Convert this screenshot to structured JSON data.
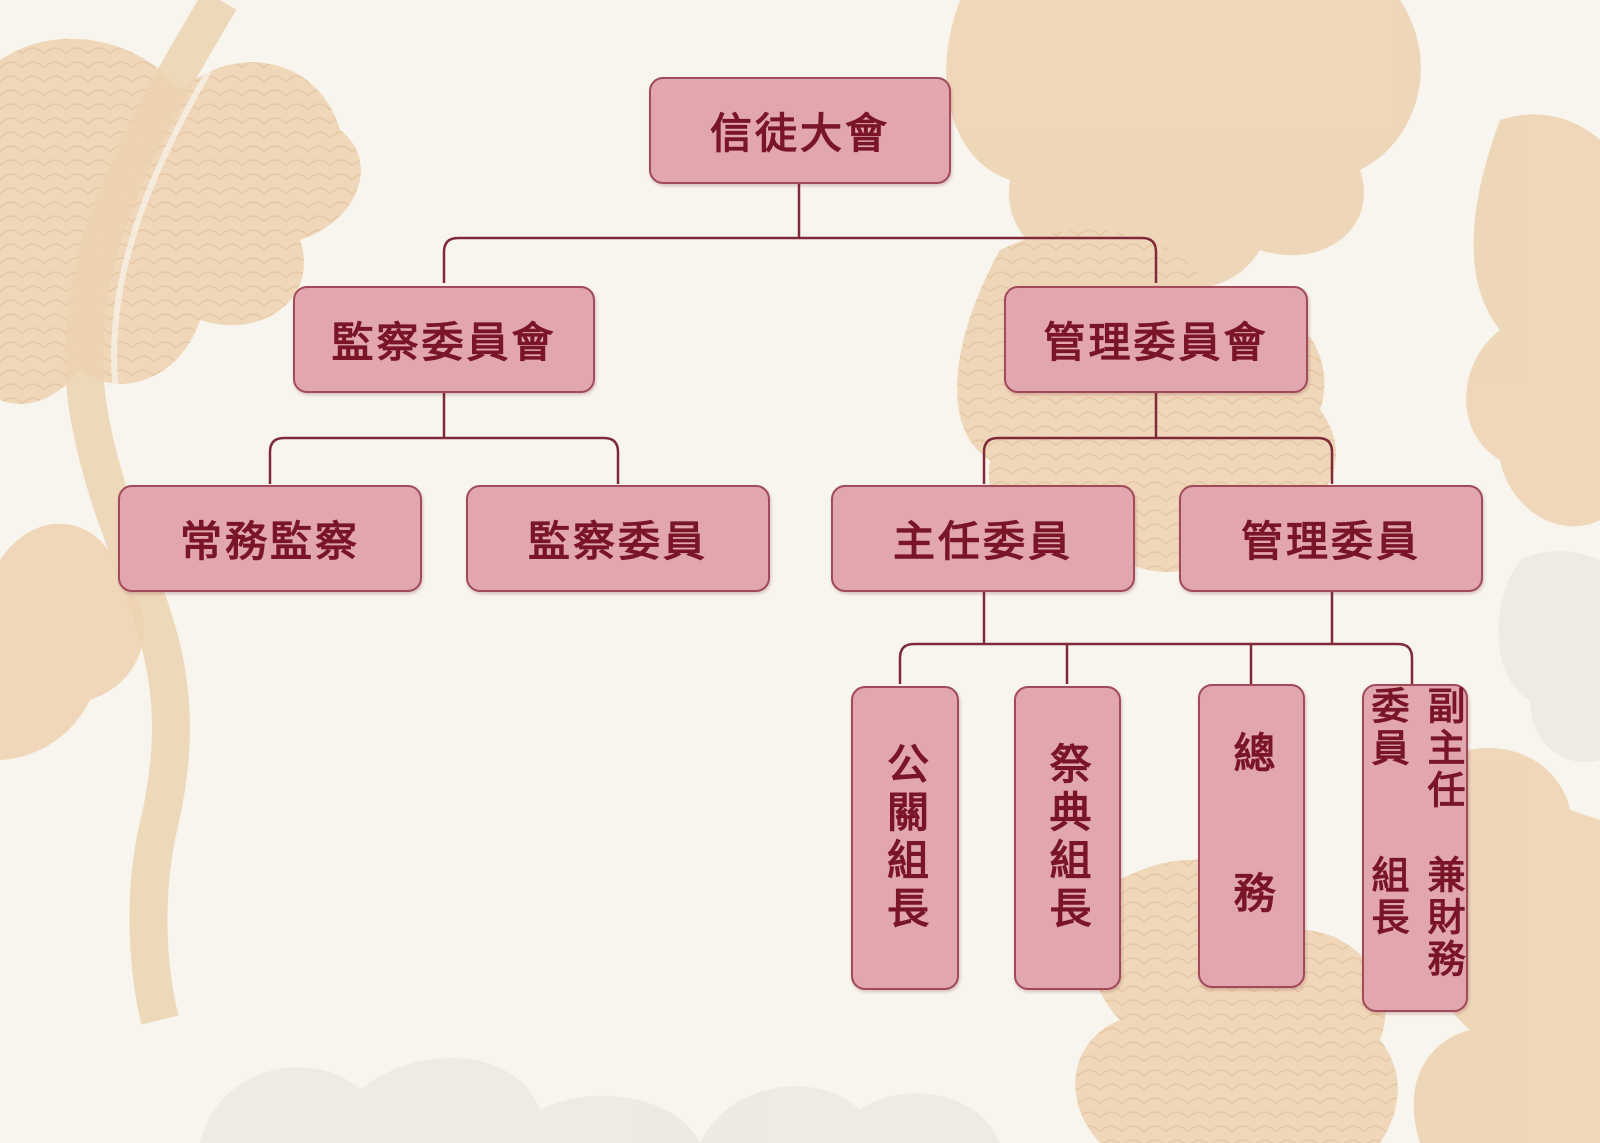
{
  "chart": {
    "root": "信徒大會",
    "supervisory_committee": "監察委員會",
    "management_committee": "管理委員會",
    "standing_supervisor": "常務監察",
    "supervisor": "監察委員",
    "chair": "主任委員",
    "manager": "管理委員",
    "pr_leader": "公關組長",
    "ritual_leader": "祭典組長",
    "general_affairs": "總　務",
    "vice_chair_line1": "副主任委員",
    "vice_chair_line2": "兼財務組長"
  },
  "colors": {
    "box_fill": "#e1a6ae",
    "box_border": "#a14a5a",
    "text": "#7a1528",
    "line": "#7e2a38",
    "background": "#f8f5ee"
  }
}
